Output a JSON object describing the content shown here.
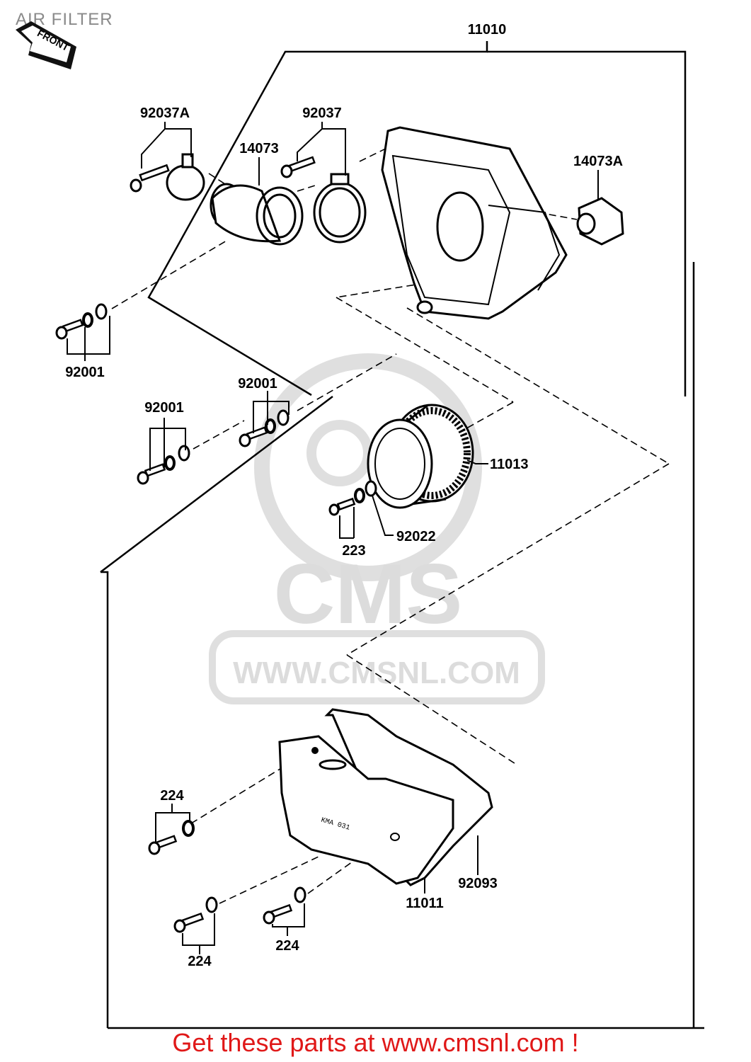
{
  "header": {
    "title": "AIR FILTER"
  },
  "front_badge": "FRONT",
  "watermark": {
    "brand": "CMS",
    "url": "WWW.CMSNL.COM"
  },
  "parts": {
    "assembly": "11010",
    "clamp_a": "92037A",
    "clamp": "92037",
    "duct": "14073",
    "duct_a": "14073A",
    "bolt_left": "92001",
    "bolt_mid_left": "92001",
    "bolt_mid_right": "92001",
    "element": "11013",
    "washer": "92022",
    "screw": "223",
    "screw_cover_top": "224",
    "screw_cover_bottom_left": "224",
    "screw_cover_bottom_right": "224",
    "gasket": "92093",
    "cover": "11011"
  },
  "cover_marking": "KMA 031",
  "footer": {
    "promo": "Get these parts at www.cmsnl.com !"
  }
}
